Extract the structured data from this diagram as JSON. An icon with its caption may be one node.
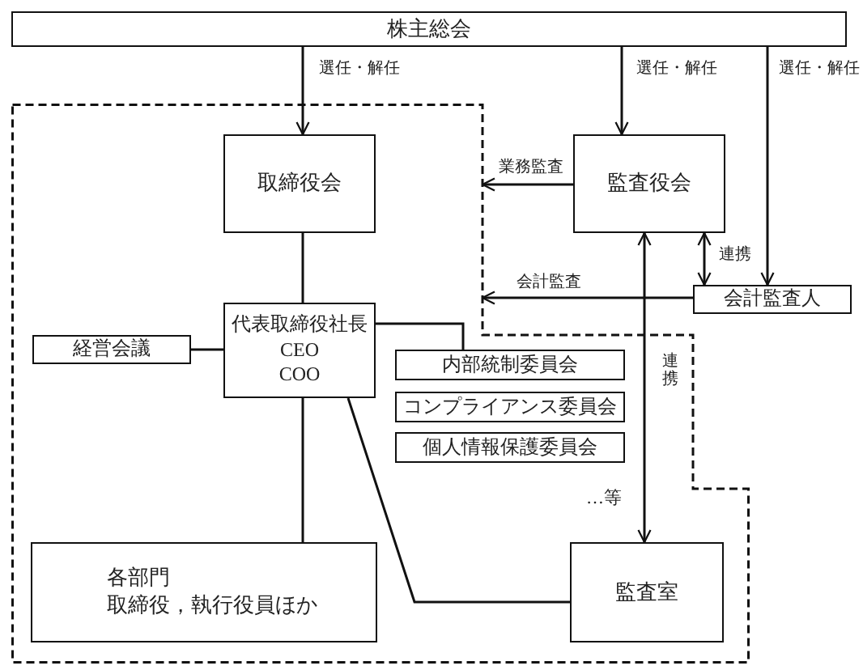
{
  "diagram": {
    "nodes": [
      {
        "text": [
          "株主総会"
        ]
      },
      {
        "text": [],
        "shape": "box"
      },
      {
        "text": [
          "取締役会"
        ],
        "in": 1
      },
      {
        "text": [
          "監査役会"
        ]
      },
      {
        "text": [
          "会計監査人"
        ]
      },
      {
        "text": [
          "経営会議"
        ],
        "in": 1
      },
      {
        "text": [
          "代表取締役社長",
          "CEO",
          "COO"
        ],
        "in": 1
      },
      {
        "text": [
          "内部統制委員会"
        ],
        "in": 1
      },
      {
        "text": [
          "コンプライアンス委員会"
        ],
        "in": 1
      },
      {
        "text": [
          "個人情報保護委員会"
        ],
        "in": 1
      },
      {
        "text": [
          "各部門",
          "取締役，執行役員ほか"
        ],
        "in": 1
      },
      {
        "text": [
          "監査室"
        ],
        "in": 1
      }
    ],
    "edges": [
      {
        "from": 0,
        "to": 2,
        "arrow": "to",
        "label": "選任・解任"
      },
      {
        "from": 0,
        "to": 3,
        "arrow": "to",
        "label": "選任・解任"
      },
      {
        "from": 0,
        "to": 4,
        "arrow": "to",
        "label": "選任・解任"
      },
      {
        "from": 3,
        "to": 1,
        "arrow": "to",
        "label": "業務監査"
      },
      {
        "from": 3,
        "to": 4,
        "arrow": "both",
        "label": "連携"
      },
      {
        "from": 4,
        "to": 1,
        "arrow": "to",
        "label": "会計監査"
      },
      {
        "from": 3,
        "to": 11,
        "arrow": "both",
        "label": "連携"
      },
      {
        "from": 2,
        "to": 6,
        "arrow": "none"
      },
      {
        "from": 5,
        "to": 6,
        "arrow": "none"
      },
      {
        "from": 6,
        "to": 7,
        "arrow": "none"
      },
      {
        "from": 6,
        "to": 10,
        "arrow": "none"
      },
      {
        "from": 6,
        "to": 11,
        "arrow": "none"
      }
    ],
    "labels": [
      "…等"
    ]
  }
}
